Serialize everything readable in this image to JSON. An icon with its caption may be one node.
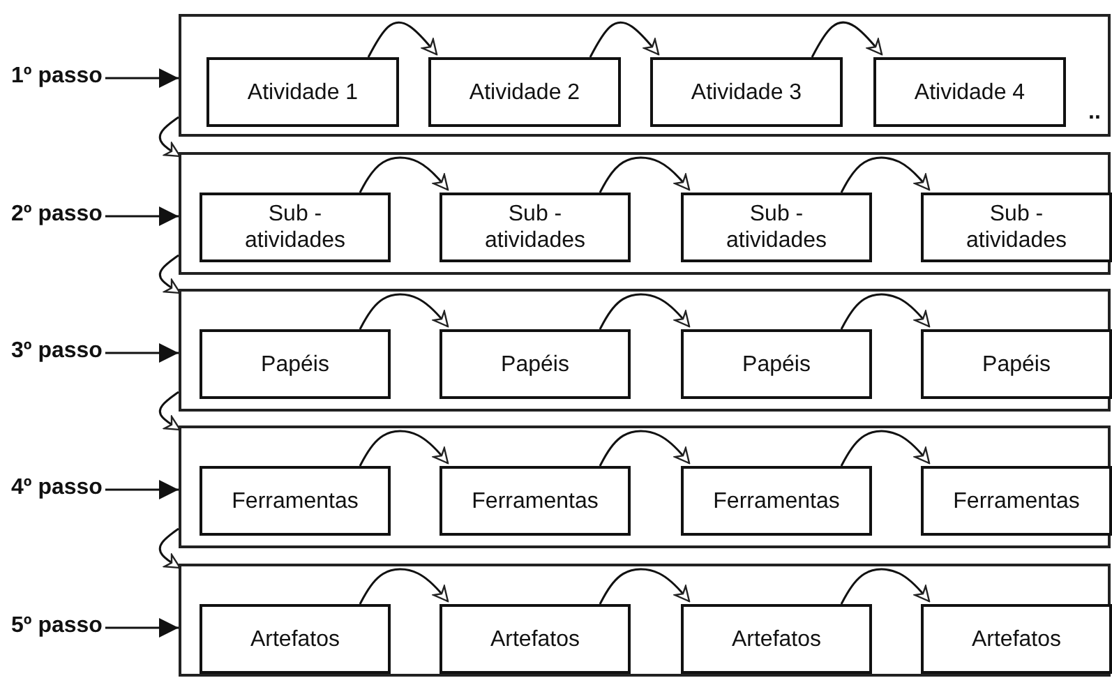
{
  "diagram": {
    "nodes": [
      {
        "text": [
          "1º passo"
        ]
      },
      {
        "text": [],
        "shape": "box"
      },
      {
        "text": [
          "Atividade 1"
        ],
        "in": 1
      },
      {
        "text": [
          "Atividade 2"
        ],
        "in": 1
      },
      {
        "text": [
          "Atividade 3"
        ],
        "in": 1
      },
      {
        "text": [
          "Atividade 4"
        ],
        "in": 1
      },
      {
        "text": [
          "2º passo"
        ]
      },
      {
        "text": [],
        "shape": "box"
      },
      {
        "text": [
          "Sub - atividades"
        ],
        "in": 7
      },
      {
        "text": [
          "Sub - atividades"
        ],
        "in": 7
      },
      {
        "text": [
          "Sub - atividades"
        ],
        "in": 7
      },
      {
        "text": [
          "Sub - atividades"
        ],
        "in": 7
      },
      {
        "text": [
          "3º passo"
        ]
      },
      {
        "text": [],
        "shape": "box"
      },
      {
        "text": [
          "Papéis"
        ],
        "in": 13
      },
      {
        "text": [
          "Papéis"
        ],
        "in": 13
      },
      {
        "text": [
          "Papéis"
        ],
        "in": 13
      },
      {
        "text": [
          "Papéis"
        ],
        "in": 13
      },
      {
        "text": [
          "4º passo"
        ]
      },
      {
        "text": [],
        "shape": "box"
      },
      {
        "text": [
          "Ferramentas"
        ],
        "in": 19
      },
      {
        "text": [
          "Ferramentas"
        ],
        "in": 19
      },
      {
        "text": [
          "Ferramentas"
        ],
        "in": 19
      },
      {
        "text": [
          "Ferramentas"
        ],
        "in": 19
      },
      {
        "text": [
          "5º passo"
        ]
      },
      {
        "text": [],
        "shape": "box"
      },
      {
        "text": [
          "Artefatos"
        ],
        "in": 25
      },
      {
        "text": [
          "Artefatos"
        ],
        "in": 25
      },
      {
        "text": [
          "Artefatos"
        ],
        "in": 25
      },
      {
        "text": [
          "Artefatos"
        ],
        "in": 25
      }
    ],
    "edges": [
      {
        "from": 0,
        "to": 1,
        "arrow": "to"
      },
      {
        "from": 2,
        "to": 3,
        "arrow": "to"
      },
      {
        "from": 3,
        "to": 4,
        "arrow": "to"
      },
      {
        "from": 4,
        "to": 5,
        "arrow": "to"
      },
      {
        "from": 1,
        "to": 7,
        "arrow": "to"
      },
      {
        "from": 6,
        "to": 7,
        "arrow": "to"
      },
      {
        "from": 8,
        "to": 9,
        "arrow": "to"
      },
      {
        "from": 9,
        "to": 10,
        "arrow": "to"
      },
      {
        "from": 10,
        "to": 11,
        "arrow": "to"
      },
      {
        "from": 7,
        "to": 13,
        "arrow": "to"
      },
      {
        "from": 12,
        "to": 13,
        "arrow": "to"
      },
      {
        "from": 14,
        "to": 15,
        "arrow": "to"
      },
      {
        "from": 15,
        "to": 16,
        "arrow": "to"
      },
      {
        "from": 16,
        "to": 17,
        "arrow": "to"
      },
      {
        "from": 13,
        "to": 19,
        "arrow": "to"
      },
      {
        "from": 18,
        "to": 19,
        "arrow": "to"
      },
      {
        "from": 20,
        "to": 21,
        "arrow": "to"
      },
      {
        "from": 21,
        "to": 22,
        "arrow": "to"
      },
      {
        "from": 22,
        "to": 23,
        "arrow": "to"
      },
      {
        "from": 19,
        "to": 25,
        "arrow": "to"
      },
      {
        "from": 24,
        "to": 25,
        "arrow": "to"
      },
      {
        "from": 26,
        "to": 27,
        "arrow": "to"
      },
      {
        "from": 27,
        "to": 28,
        "arrow": "to"
      },
      {
        "from": 28,
        "to": 29,
        "arrow": "to"
      }
    ],
    "labels": [
      ".."
    ]
  }
}
